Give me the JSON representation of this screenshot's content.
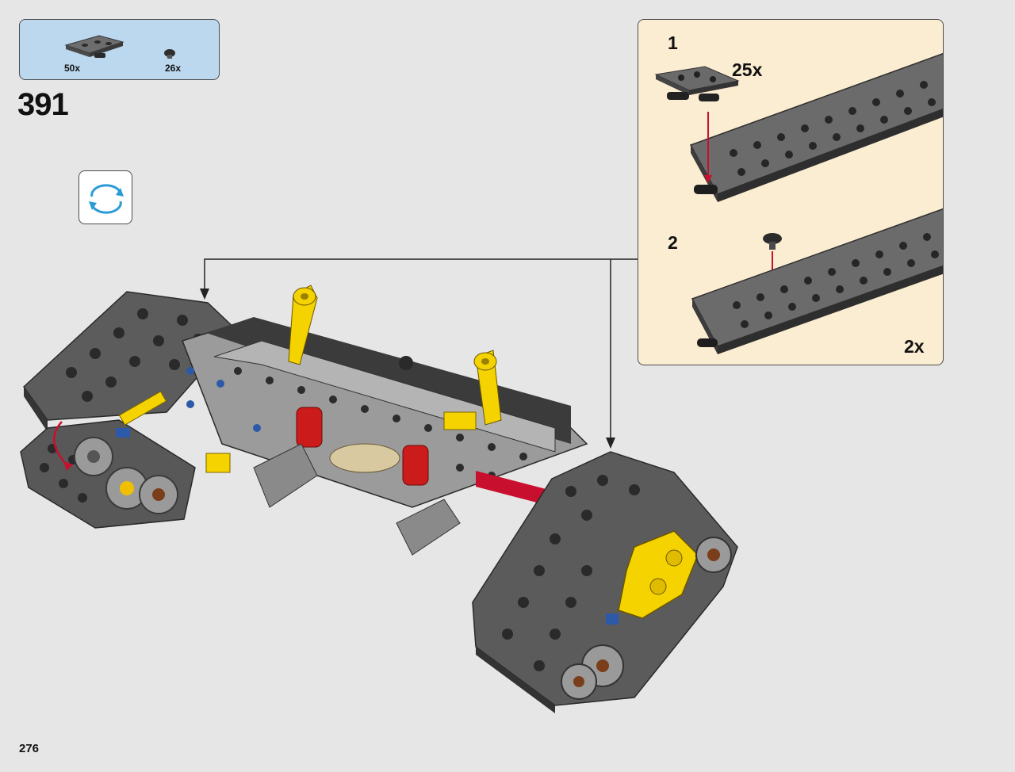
{
  "parts_list": {
    "items": [
      {
        "icon": "track-link-icon",
        "quantity": "50x"
      },
      {
        "icon": "pin-cap-icon",
        "quantity": "26x"
      }
    ]
  },
  "step": {
    "number": "391"
  },
  "rotate": {
    "icon": "rotate-model-icon"
  },
  "callout": {
    "substeps": [
      {
        "number": "1",
        "quantity": "25x"
      },
      {
        "number": "2",
        "quantity": "2x"
      }
    ]
  },
  "page": {
    "number": "276"
  },
  "colors": {
    "parts_bg": "#bcd8ef",
    "callout_bg": "#fbedd2",
    "track": "#5a5a5a",
    "frame": "#8f8f8f",
    "accent_yellow": "#f5d300",
    "accent_red": "#cc1b1b",
    "accent_blue": "#2c5aa8",
    "arrow_red": "#c8102e"
  }
}
